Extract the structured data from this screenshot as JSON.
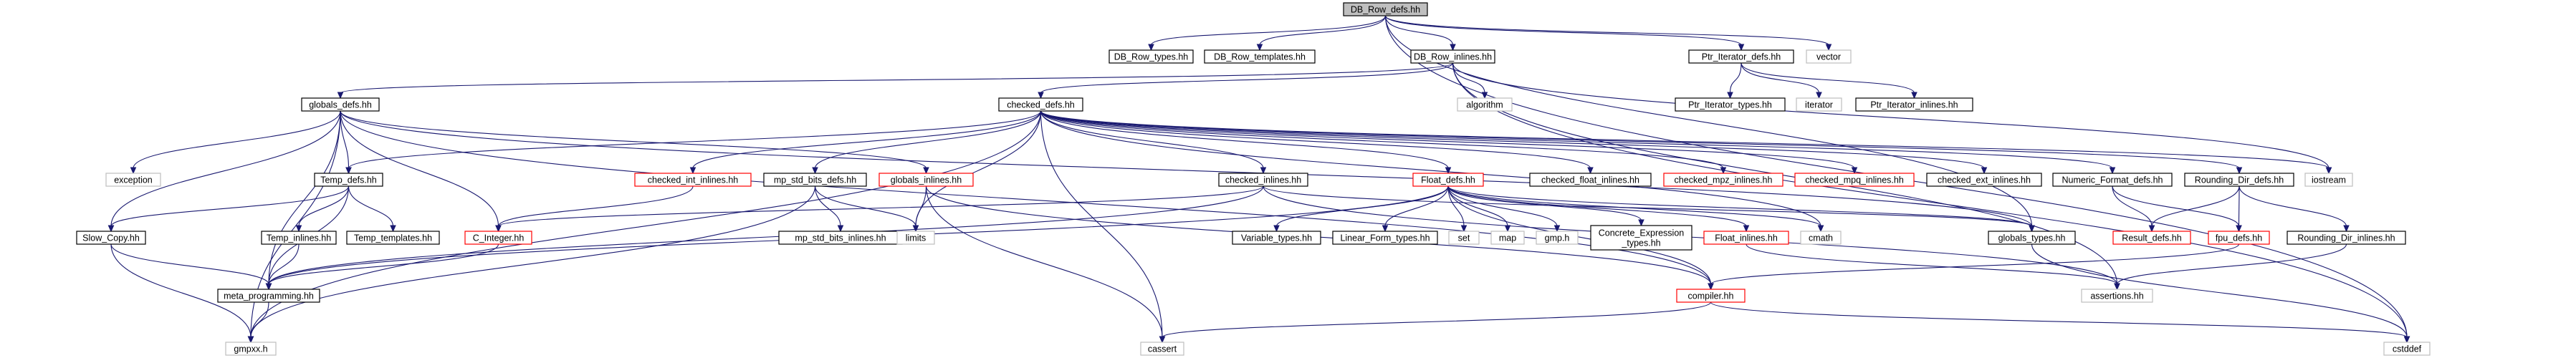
{
  "diagram": {
    "nodes": [
      {
        "id": "dbrowdefs",
        "label": "DB_Row_defs.hh",
        "kind": "root"
      },
      {
        "id": "dbrowtypes",
        "label": "DB_Row_types.hh",
        "kind": "normal"
      },
      {
        "id": "dbrowtemplates",
        "label": "DB_Row_templates.hh",
        "kind": "normal"
      },
      {
        "id": "dbrowinlines",
        "label": "DB_Row_inlines.hh",
        "kind": "normal"
      },
      {
        "id": "ptriterdefs",
        "label": "Ptr_Iterator_defs.hh",
        "kind": "normal"
      },
      {
        "id": "vector",
        "label": "vector",
        "kind": "sys"
      },
      {
        "id": "ptritertypes",
        "label": "Ptr_Iterator_types.hh",
        "kind": "normal"
      },
      {
        "id": "iterator",
        "label": "iterator",
        "kind": "sys"
      },
      {
        "id": "ptriterinlines",
        "label": "Ptr_Iterator_inlines.hh",
        "kind": "normal"
      },
      {
        "id": "algorithm",
        "label": "algorithm",
        "kind": "sys"
      },
      {
        "id": "globalsdefs",
        "label": "globals_defs.hh",
        "kind": "normal"
      },
      {
        "id": "checkeddefs",
        "label": "checked_defs.hh",
        "kind": "normal"
      },
      {
        "id": "exception",
        "label": "exception",
        "kind": "sys"
      },
      {
        "id": "tempdefs",
        "label": "Temp_defs.hh",
        "kind": "normal"
      },
      {
        "id": "checkedintinlines",
        "label": "checked_int_inlines.hh",
        "kind": "red"
      },
      {
        "id": "mpstdbitsdefs",
        "label": "mp_std_bits_defs.hh",
        "kind": "normal"
      },
      {
        "id": "globalsinlines",
        "label": "globals_inlines.hh",
        "kind": "red"
      },
      {
        "id": "checkedinlines",
        "label": "checked_inlines.hh",
        "kind": "normal"
      },
      {
        "id": "floatdefs",
        "label": "Float_defs.hh",
        "kind": "red"
      },
      {
        "id": "checkedfloatinlines",
        "label": "checked_float_inlines.hh",
        "kind": "normal"
      },
      {
        "id": "checkedmpzinlines",
        "label": "checked_mpz_inlines.hh",
        "kind": "red"
      },
      {
        "id": "checkedmpqinlines",
        "label": "checked_mpq_inlines.hh",
        "kind": "red"
      },
      {
        "id": "checkedextinlines",
        "label": "checked_ext_inlines.hh",
        "kind": "normal"
      },
      {
        "id": "numericformatdefs",
        "label": "Numeric_Format_defs.hh",
        "kind": "normal"
      },
      {
        "id": "roundingdirdefs",
        "label": "Rounding_Dir_defs.hh",
        "kind": "normal"
      },
      {
        "id": "iostream",
        "label": "iostream",
        "kind": "sys"
      },
      {
        "id": "slowcopy",
        "label": "Slow_Copy.hh",
        "kind": "normal"
      },
      {
        "id": "tempinlines",
        "label": "Temp_inlines.hh",
        "kind": "normal"
      },
      {
        "id": "temptemplates",
        "label": "Temp_templates.hh",
        "kind": "normal"
      },
      {
        "id": "cinteger",
        "label": "C_Integer.hh",
        "kind": "red"
      },
      {
        "id": "mpstdbitsinlines",
        "label": "mp_std_bits_inlines.hh",
        "kind": "normal"
      },
      {
        "id": "limits",
        "label": "limits",
        "kind": "sys"
      },
      {
        "id": "variabletypes",
        "label": "Variable_types.hh",
        "kind": "normal"
      },
      {
        "id": "linearformtypes",
        "label": "Linear_Form_types.hh",
        "kind": "normal"
      },
      {
        "id": "set",
        "label": "set",
        "kind": "sys"
      },
      {
        "id": "map",
        "label": "map",
        "kind": "sys"
      },
      {
        "id": "gmph",
        "label": "gmp.h",
        "kind": "sys"
      },
      {
        "id": "concreteexpr",
        "label": "Concrete_Expression\n_types.hh",
        "kind": "normal"
      },
      {
        "id": "floatinlines",
        "label": "Float_inlines.hh",
        "kind": "red"
      },
      {
        "id": "cmath",
        "label": "cmath",
        "kind": "sys"
      },
      {
        "id": "globalstypes",
        "label": "globals_types.hh",
        "kind": "normal"
      },
      {
        "id": "resultdefs",
        "label": "Result_defs.hh",
        "kind": "red"
      },
      {
        "id": "fpudefs",
        "label": "fpu_defs.hh",
        "kind": "red"
      },
      {
        "id": "roundingdirinlines",
        "label": "Rounding_Dir_inlines.hh",
        "kind": "normal"
      },
      {
        "id": "metaprogramming",
        "label": "meta_programming.hh",
        "kind": "normal"
      },
      {
        "id": "compiler",
        "label": "compiler.hh",
        "kind": "red"
      },
      {
        "id": "assertions",
        "label": "assertions.hh",
        "kind": "sys"
      },
      {
        "id": "gmpxx",
        "label": "gmpxx.h",
        "kind": "sys"
      },
      {
        "id": "cassert",
        "label": "cassert",
        "kind": "sys"
      },
      {
        "id": "cstddef",
        "label": "cstddef",
        "kind": "sys"
      }
    ],
    "edges": [
      [
        "dbrowdefs",
        "dbrowtypes"
      ],
      [
        "dbrowdefs",
        "dbrowtemplates"
      ],
      [
        "dbrowdefs",
        "dbrowinlines"
      ],
      [
        "dbrowdefs",
        "ptriterdefs"
      ],
      [
        "dbrowdefs",
        "vector"
      ],
      [
        "dbrowdefs",
        "globalstypes"
      ],
      [
        "dbrowdefs",
        "cstddef"
      ],
      [
        "ptriterdefs",
        "ptritertypes"
      ],
      [
        "ptriterdefs",
        "iterator"
      ],
      [
        "ptriterdefs",
        "ptriterinlines"
      ],
      [
        "dbrowinlines",
        "globalsdefs"
      ],
      [
        "dbrowinlines",
        "checkeddefs"
      ],
      [
        "dbrowinlines",
        "algorithm"
      ],
      [
        "dbrowinlines",
        "iostream"
      ],
      [
        "dbrowinlines",
        "assertions"
      ],
      [
        "dbrowinlines",
        "cstddef"
      ],
      [
        "globalsdefs",
        "exception"
      ],
      [
        "globalsdefs",
        "tempdefs"
      ],
      [
        "globalsdefs",
        "slowcopy"
      ],
      [
        "globalsdefs",
        "metaprogramming"
      ],
      [
        "globalsdefs",
        "cinteger"
      ],
      [
        "globalsdefs",
        "globalsinlines"
      ],
      [
        "globalsdefs",
        "globalstypes"
      ],
      [
        "globalsdefs",
        "gmpxx"
      ],
      [
        "globalsdefs",
        "compiler"
      ],
      [
        "checkeddefs",
        "checkedintinlines"
      ],
      [
        "checkeddefs",
        "mpstdbitsdefs"
      ],
      [
        "checkeddefs",
        "checkedinlines"
      ],
      [
        "checkeddefs",
        "floatdefs"
      ],
      [
        "checkeddefs",
        "checkedfloatinlines"
      ],
      [
        "checkeddefs",
        "checkedmpzinlines"
      ],
      [
        "checkeddefs",
        "checkedmpqinlines"
      ],
      [
        "checkeddefs",
        "checkedextinlines"
      ],
      [
        "checkeddefs",
        "numericformatdefs"
      ],
      [
        "checkeddefs",
        "roundingdirdefs"
      ],
      [
        "checkeddefs",
        "iostream"
      ],
      [
        "checkeddefs",
        "limits"
      ],
      [
        "checkeddefs",
        "tempdefs"
      ],
      [
        "checkeddefs",
        "cassert"
      ],
      [
        "checkeddefs",
        "cmath"
      ],
      [
        "checkeddefs",
        "gmpxx"
      ],
      [
        "tempdefs",
        "slowcopy"
      ],
      [
        "tempdefs",
        "tempinlines"
      ],
      [
        "tempdefs",
        "temptemplates"
      ],
      [
        "tempdefs",
        "metaprogramming"
      ],
      [
        "slowcopy",
        "metaprogramming"
      ],
      [
        "slowcopy",
        "gmpxx"
      ],
      [
        "tempinlines",
        "metaprogramming"
      ],
      [
        "checkedintinlines",
        "cinteger"
      ],
      [
        "cinteger",
        "metaprogramming"
      ],
      [
        "mpstdbitsdefs",
        "mpstdbitsinlines"
      ],
      [
        "mpstdbitsdefs",
        "limits"
      ],
      [
        "mpstdbitsdefs",
        "gmpxx"
      ],
      [
        "globalsinlines",
        "limits"
      ],
      [
        "globalsinlines",
        "cassert"
      ],
      [
        "globalsinlines",
        "compiler"
      ],
      [
        "checkedinlines",
        "cinteger"
      ],
      [
        "checkedinlines",
        "globalstypes"
      ],
      [
        "checkedinlines",
        "metaprogramming"
      ],
      [
        "checkedinlines",
        "assertions"
      ],
      [
        "floatdefs",
        "variabletypes"
      ],
      [
        "floatdefs",
        "linearformtypes"
      ],
      [
        "floatdefs",
        "set"
      ],
      [
        "floatdefs",
        "map"
      ],
      [
        "floatdefs",
        "gmph"
      ],
      [
        "floatdefs",
        "concreteexpr"
      ],
      [
        "floatdefs",
        "floatinlines"
      ],
      [
        "floatdefs",
        "cmath"
      ],
      [
        "floatdefs",
        "globalstypes"
      ],
      [
        "floatdefs",
        "metaprogramming"
      ],
      [
        "floatdefs",
        "compiler"
      ],
      [
        "floatinlines",
        "assertions"
      ],
      [
        "numericformatdefs",
        "resultdefs"
      ],
      [
        "numericformatdefs",
        "fpudefs"
      ],
      [
        "roundingdirdefs",
        "resultdefs"
      ],
      [
        "roundingdirdefs",
        "fpudefs"
      ],
      [
        "roundingdirdefs",
        "roundingdirinlines"
      ],
      [
        "roundingdirinlines",
        "assertions"
      ],
      [
        "fpudefs",
        "compiler"
      ],
      [
        "globalstypes",
        "cstddef"
      ],
      [
        "metaprogramming",
        "gmpxx"
      ],
      [
        "compiler",
        "cassert"
      ],
      [
        "compiler",
        "cstddef"
      ]
    ]
  }
}
